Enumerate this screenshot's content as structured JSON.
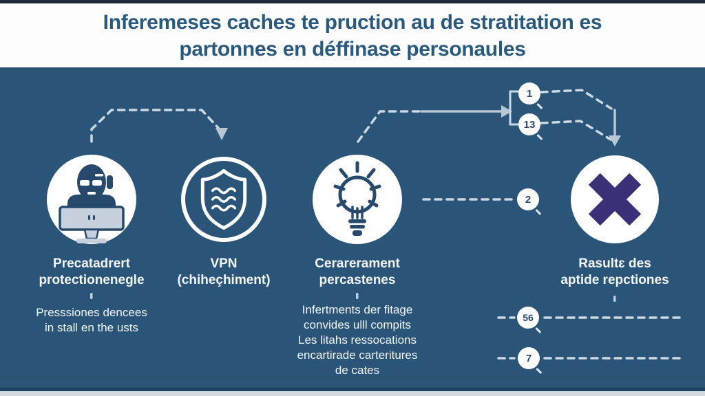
{
  "header": {
    "title_line1": "Inferemeses caches te pruction au de stratitation es",
    "title_line2": "partonnes en déffinase personaules"
  },
  "columns": [
    {
      "id": "workstation-protection",
      "icon": "person-at-computer-icon",
      "heading_line1": "Precatadrert",
      "heading_line2": "protectionenegle",
      "desc_line1": "Presssiones dencees",
      "desc_line2": "in stall en the usts"
    },
    {
      "id": "vpn",
      "icon": "shield-icon",
      "heading_line1": "VPN",
      "heading_line2": "(chiheçhiment)"
    },
    {
      "id": "awareness",
      "icon": "lightbulb-icon",
      "heading_line1": "Cerarerament",
      "heading_line2": "percastenes",
      "desc_line1": "Infertments der fitage",
      "desc_line2": "convides ulll compits",
      "desc_line3": "Les litahs ressocations",
      "desc_line4": "encartirade carteritures",
      "desc_line5": "de cates"
    },
    {
      "id": "results",
      "icon": "cross-icon",
      "heading_line1": "Rasultɛ des",
      "heading_line2": "aptide repctiones"
    }
  ],
  "badges": [
    {
      "label": "1"
    },
    {
      "label": "13"
    },
    {
      "label": "2"
    },
    {
      "label": "56"
    },
    {
      "label": "7"
    }
  ],
  "colors": {
    "background": "#2b5578",
    "header_bg": "#fdfdfd",
    "title": "#29597c",
    "text": "#f2f6f8",
    "icon_dark": "#27496b",
    "icon_light": "#c7d1de",
    "cross": "#3a3077",
    "dash": "#ccd8e2",
    "arrow": "#b9c7d3",
    "badge_bg": "#ffffff",
    "badge_text": "#2b4a66"
  }
}
